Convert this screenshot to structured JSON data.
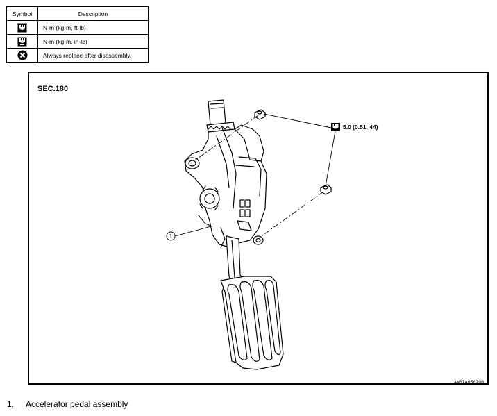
{
  "legend": {
    "header_symbol": "Symbol",
    "header_description": "Description",
    "rows": [
      {
        "icon": "torque-wrench-icon",
        "description": "N·m (kg-m, ft-lb)"
      },
      {
        "icon": "torque-wrench-inlb-icon",
        "description": "N·m (kg-m, in-lb)"
      },
      {
        "icon": "replace-icon",
        "description": "Always replace after disassembly."
      }
    ]
  },
  "figure": {
    "section": "SEC.180",
    "torque_spec": "5.0 (0.51, 44)",
    "callout": "1",
    "image_code": "AWBIA0562GB"
  },
  "parts": [
    {
      "number": "1.",
      "name": "Accelerator pedal assembly"
    }
  ]
}
